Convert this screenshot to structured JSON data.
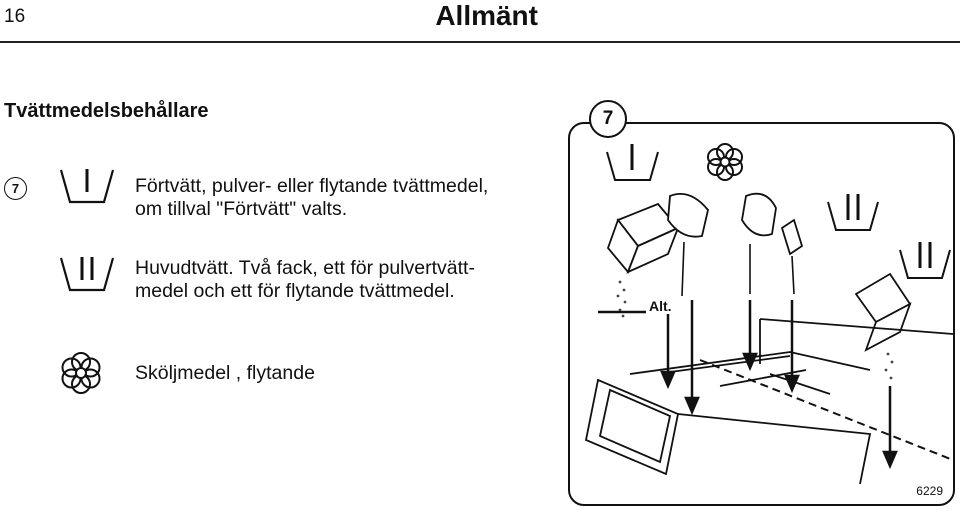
{
  "header": {
    "page_number": "16",
    "title": "Allmänt"
  },
  "section": {
    "heading": "Tvättmedelsbehållare",
    "step_number": "7"
  },
  "items": [
    {
      "icon": "prewash-symbol-I",
      "lines": [
        "Förtvätt, pulver- eller flytande tvättmedel,",
        "om tillval \"Förtvätt\" valts."
      ]
    },
    {
      "icon": "mainwash-symbol-II",
      "lines": [
        "Huvudtvätt. Två fack, ett för pulvertvätt-",
        "medel och ett för flytande tvättmedel."
      ]
    },
    {
      "icon": "flower-symbol",
      "lines": [
        "Sköljmedel , flytande"
      ]
    }
  ],
  "figure": {
    "badge": "7",
    "alt_label": "Alt.",
    "code": "6229"
  }
}
